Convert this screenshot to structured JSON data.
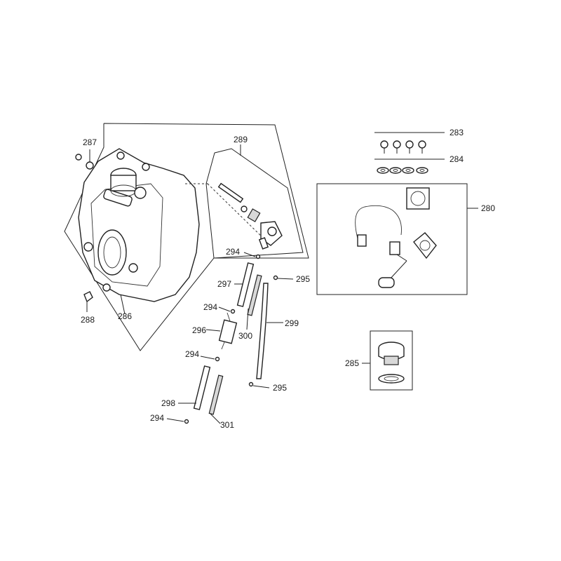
{
  "diagram": {
    "callouts": {
      "c280": "280",
      "c283": "283",
      "c284": "284",
      "c285": "285",
      "c286": "286",
      "c287": "287",
      "c288": "288",
      "c289": "289",
      "c294a": "294",
      "c294b": "294",
      "c294c": "294",
      "c294d": "294",
      "c295a": "295",
      "c295b": "295",
      "c296": "296",
      "c297": "297",
      "c298": "298",
      "c299": "299",
      "c300": "300",
      "c301": "301"
    }
  }
}
